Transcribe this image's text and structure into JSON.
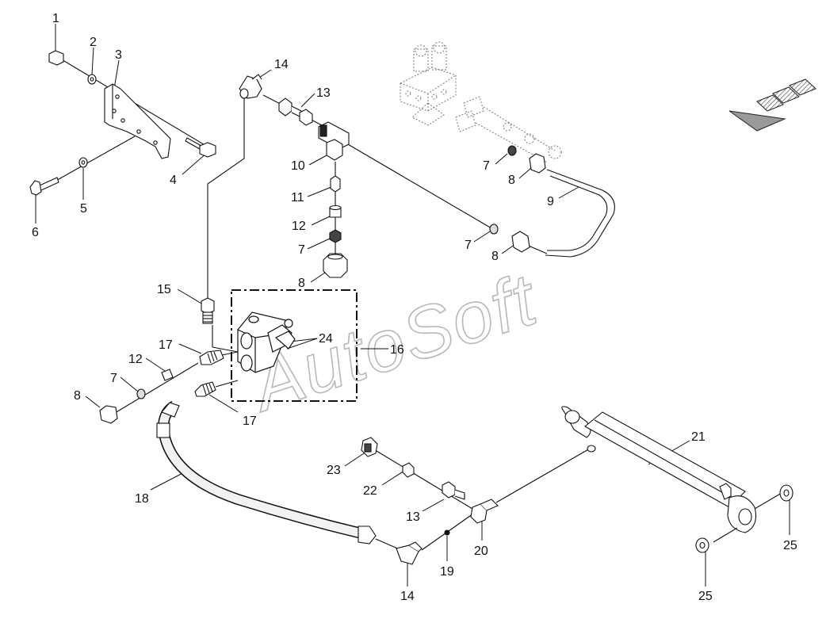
{
  "watermark": "AutoSoft",
  "callouts": {
    "c1": "1",
    "c2": "2",
    "c3": "3",
    "c4": "4",
    "c5": "5",
    "c6": "6",
    "c7a": "7",
    "c7b": "7",
    "c7c": "7",
    "c7d": "7",
    "c8a": "8",
    "c8b": "8",
    "c8c": "8",
    "c8d": "8",
    "c9": "9",
    "c10": "10",
    "c11": "11",
    "c12a": "12",
    "c12b": "12",
    "c13a": "13",
    "c13b": "13",
    "c14a": "14",
    "c14b": "14",
    "c15": "15",
    "c16": "16",
    "c17a": "17",
    "c17b": "17",
    "c18": "18",
    "c19": "19",
    "c20": "20",
    "c21": "21",
    "c22": "22",
    "c23": "23",
    "c24": "24",
    "c25a": "25",
    "c25b": "25"
  },
  "colors": {
    "line": "#111111",
    "hose_fill": "#f2f2f2",
    "arrow_fill": "#9a9a9a",
    "watermark": "#b8b8b8",
    "phantom": "#777777"
  },
  "icons": {
    "direction_arrow": "orientation-arrow-icon"
  }
}
